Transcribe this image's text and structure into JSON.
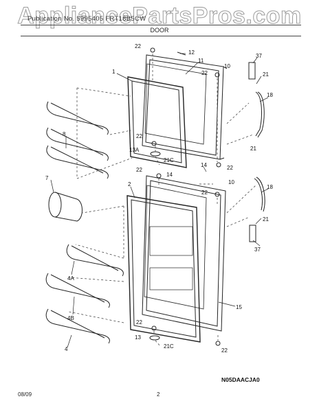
{
  "watermark": "AppliancePartsPros.com",
  "header": {
    "text": "Publication No. 5995405 FRT18B5CW"
  },
  "section_title": "DOOR",
  "diagram_code": "N05DAACJA0",
  "footer": {
    "date": "08/09",
    "page": "2"
  },
  "callouts": {
    "c22a": "22",
    "c12": "12",
    "c11": "11",
    "c1": "1",
    "c10a": "10",
    "c22b": "22",
    "c37a": "37",
    "c21a": "21",
    "c18a": "18",
    "c8": "8",
    "c22c": "22",
    "c22d": "22",
    "c21b": "21",
    "c13a": "13A",
    "c21c1": "21C",
    "c22e": "22",
    "c14a": "14",
    "c14b": "14",
    "c7": "7",
    "c2": "2",
    "c10b": "10",
    "c22f": "22",
    "c18b": "18",
    "c21d": "21",
    "c37b": "37",
    "c4a": "4A",
    "c4b": "4B",
    "c15": "15",
    "c4": "4",
    "c22g": "22",
    "c13": "13",
    "c21c2": "21C",
    "c22h": "22"
  }
}
